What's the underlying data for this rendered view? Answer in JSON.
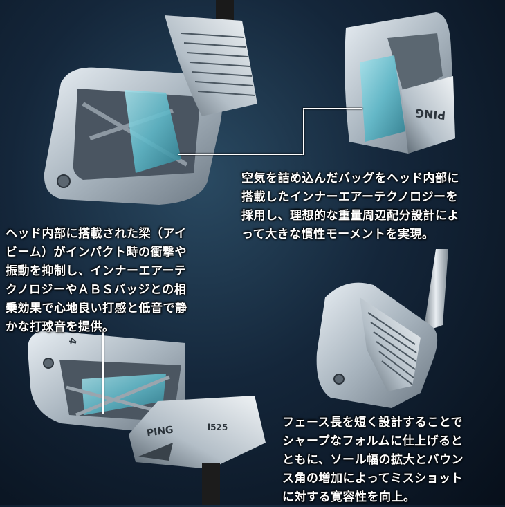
{
  "captions": {
    "air_bag": [
      "空気を詰め込んだバッグをヘッド内部に",
      "搭載したインナーエアーテクノロジーを",
      "採用し、理想的な重量周辺配分設計によ",
      "って大きな慣性モーメントを実現。"
    ],
    "beam": [
      "ヘッド内部に搭載された梁（アイ",
      "ビーム）がインパクト時の衝撃や",
      "振動を抑制し、インナーエアーテ",
      "クノロジーやＡＢＳバッジとの相",
      "乗効果で心地良い打感と低音で静",
      "かな打球音を提供。"
    ],
    "face": [
      "フェース長を短く設計することで",
      "シャープなフォルムに仕上げると",
      "ともに、ソール幅の拡大とバウン",
      "ス角の増加によってミスショット",
      "に対する寛容性を向上。"
    ]
  },
  "brand": {
    "logo_text": "PING",
    "badge_text": "i525",
    "head_number": "4"
  },
  "colors": {
    "background_dark": "#070f1a",
    "background_mid": "#2a4a62",
    "metal": "#c9d2da",
    "air_bag": "#5fb8c8",
    "caption_text": "#ffffff"
  }
}
